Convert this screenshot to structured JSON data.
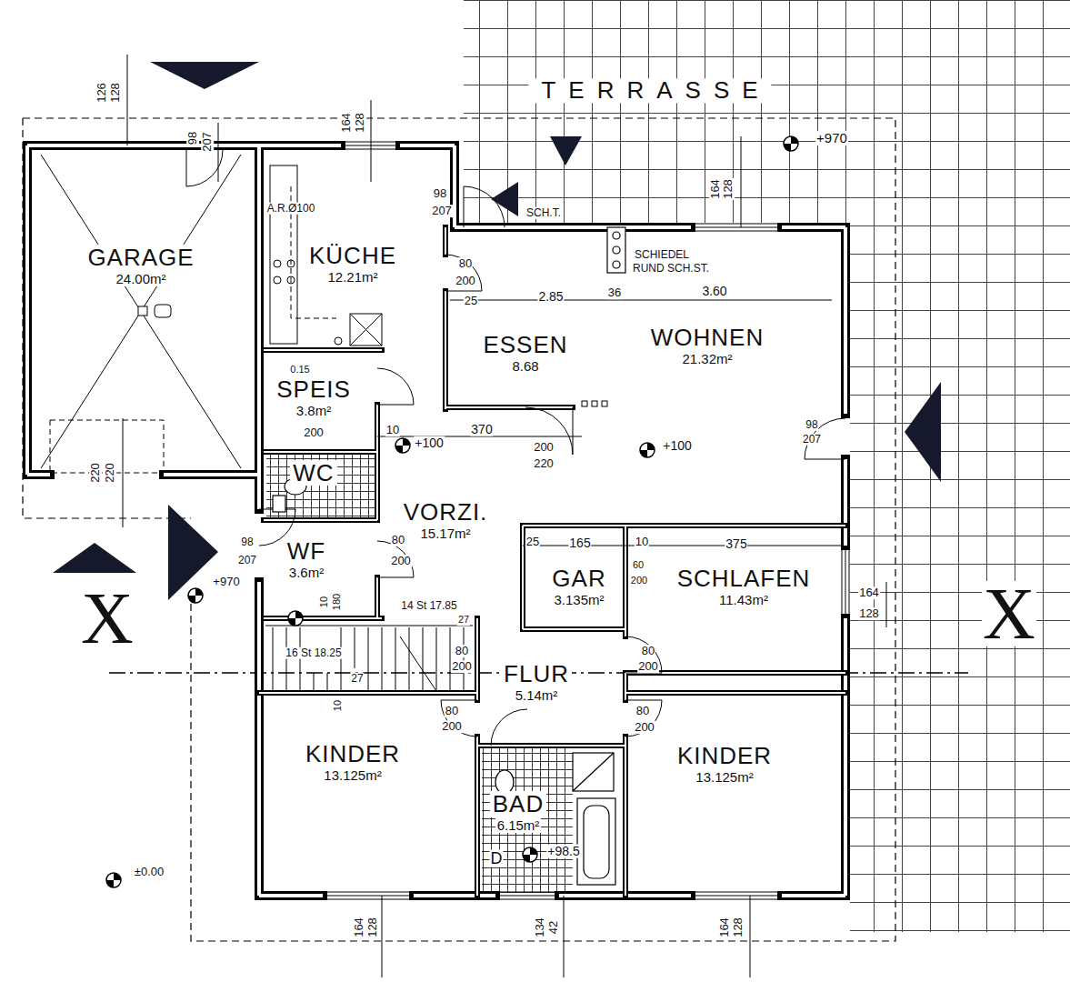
{
  "diagram": {
    "nodes": [
      {
        "text": [
          "GARAGE",
          "24.00m²"
        ]
      },
      {
        "text": [
          "KÜCHE",
          "12.21m²"
        ]
      },
      {
        "text": [
          "SPEIS",
          "3.8m²"
        ]
      },
      {
        "text": [
          "WC"
        ]
      },
      {
        "text": [
          "WF",
          "3.6m²"
        ]
      },
      {
        "text": [
          "VORZI.",
          "15.17m²"
        ]
      },
      {
        "text": [
          "ESSEN",
          "8.68"
        ]
      },
      {
        "text": [
          "WOHNEN",
          "21.32m²"
        ]
      },
      {
        "text": [
          "GAR",
          "3.135m²"
        ]
      },
      {
        "text": [
          "SCHLAFEN",
          "11.43m²"
        ]
      },
      {
        "text": [
          "FLUR",
          "5.14m²"
        ]
      },
      {
        "text": [
          "KINDER",
          "13.125m²"
        ]
      },
      {
        "text": [
          "BAD",
          "6.15m²"
        ]
      },
      {
        "text": [
          "KINDER",
          "13.125m²"
        ]
      }
    ],
    "labels": [
      "TERRASSE",
      "+970",
      "126",
      "128",
      "98",
      "207",
      "164",
      "128",
      "98",
      "207",
      "SCH.T.",
      "SCHIEDEL",
      "RUND SCH.ST.",
      "164",
      "128",
      "A.R.Ø100",
      "80",
      "200",
      "25",
      "2.85",
      "36",
      "3.60",
      "98",
      "207",
      "0.15",
      "200",
      "10",
      "370",
      "200",
      "220",
      "+100",
      "+100",
      "220",
      "220",
      "98",
      "207",
      "+970",
      "80",
      "200",
      "10",
      "180",
      "14 St 17.85",
      "25",
      "165",
      "10",
      "375",
      "60",
      "200",
      "164",
      "128",
      "16 St 18.25",
      "27",
      "27",
      "80",
      "200",
      "10",
      "80",
      "200",
      "80",
      "200",
      "80",
      "200",
      "±0.00",
      "+98.5",
      "D",
      "164",
      "128",
      "134",
      "42",
      "164",
      "128",
      "X",
      "X"
    ]
  }
}
